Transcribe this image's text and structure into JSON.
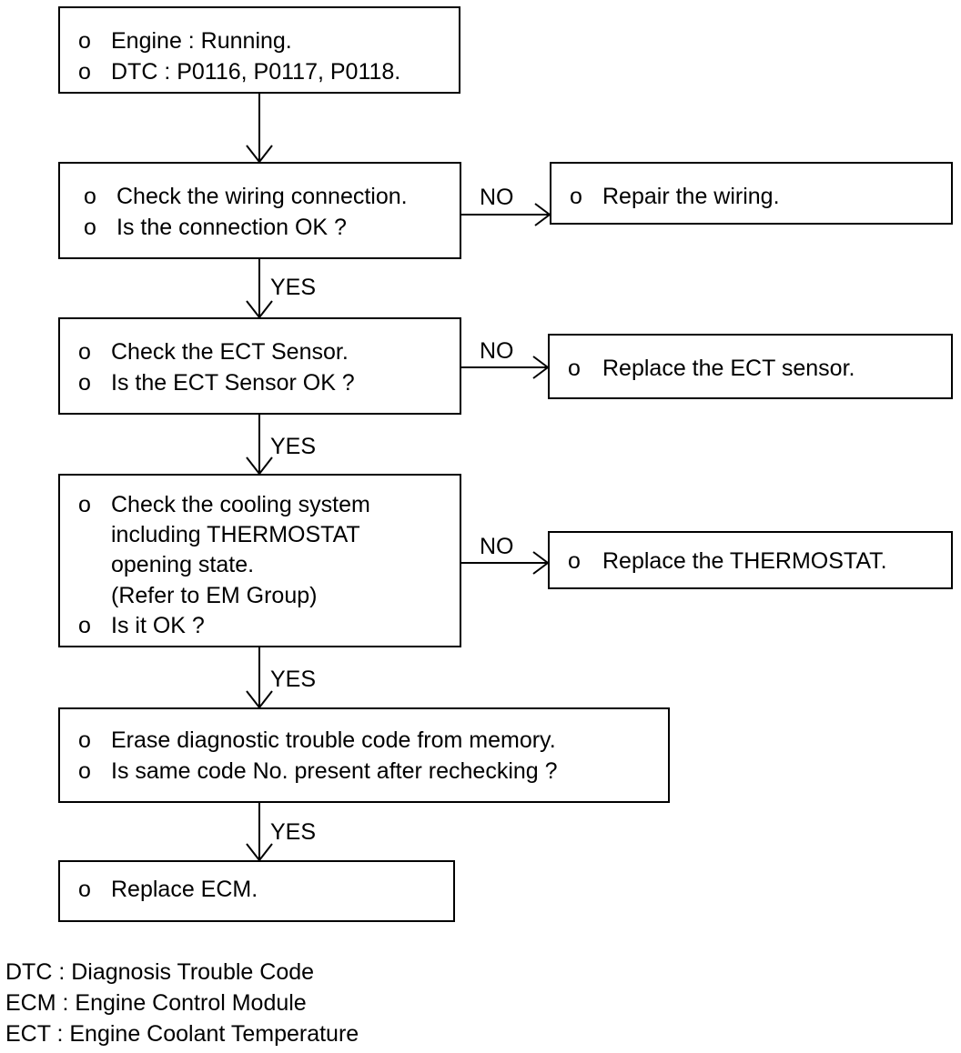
{
  "flowchart": {
    "bullet": "o",
    "boxes": {
      "start": [
        "Engine : Running.",
        "DTC : P0116, P0117, P0118."
      ],
      "check_wiring": [
        "Check the wiring connection.",
        "Is the connection OK ?"
      ],
      "repair_wiring": [
        "Repair the wiring."
      ],
      "check_ect": [
        "Check the ECT Sensor.",
        "Is the ECT Sensor OK ?"
      ],
      "replace_ect": [
        "Replace the ECT sensor."
      ],
      "check_cooling": [
        "Check the cooling system",
        "including THERMOSTAT",
        "opening state.",
        "(Refer to EM Group)",
        "Is it OK  ?"
      ],
      "replace_thermostat": [
        "Replace the THERMOSTAT."
      ],
      "erase_dtc": [
        "Erase diagnostic trouble code from memory.",
        "Is same code No. present after rechecking ?"
      ],
      "replace_ecm": [
        "Replace ECM."
      ]
    },
    "edge_labels": {
      "yes": "YES",
      "no": "NO"
    }
  },
  "legend": [
    "DTC : Diagnosis Trouble Code",
    "ECM : Engine Control Module",
    "ECT : Engine Coolant Temperature"
  ]
}
